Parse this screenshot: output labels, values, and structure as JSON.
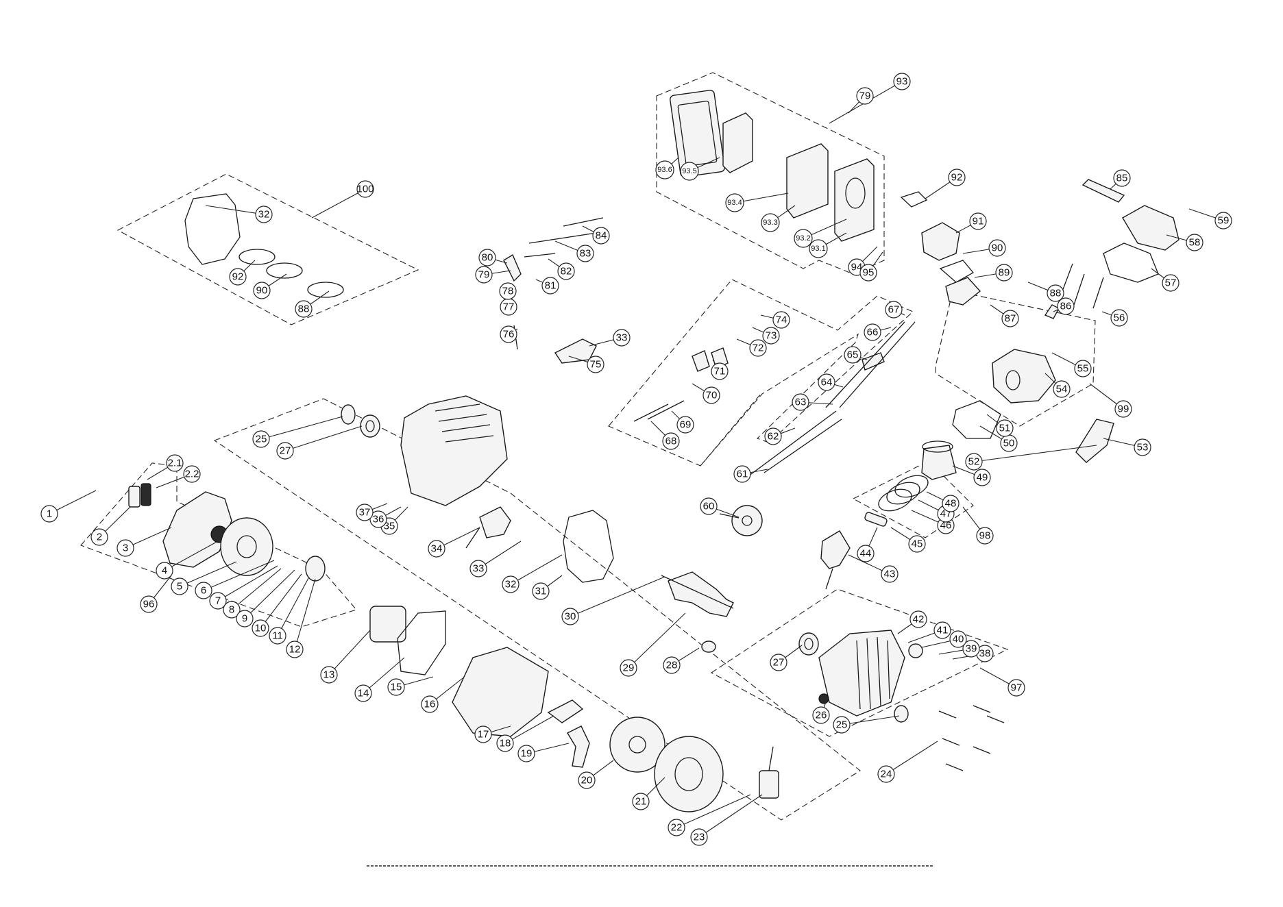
{
  "callouts": [
    {
      "label": "1"
    },
    {
      "label": "2"
    },
    {
      "label": "2.1"
    },
    {
      "label": "2.2"
    },
    {
      "label": "3"
    },
    {
      "label": "4"
    },
    {
      "label": "5"
    },
    {
      "label": "6"
    },
    {
      "label": "7"
    },
    {
      "label": "8"
    },
    {
      "label": "9"
    },
    {
      "label": "10"
    },
    {
      "label": "11"
    },
    {
      "label": "12"
    },
    {
      "label": "13"
    },
    {
      "label": "14"
    },
    {
      "label": "15"
    },
    {
      "label": "16"
    },
    {
      "label": "17"
    },
    {
      "label": "18"
    },
    {
      "label": "19"
    },
    {
      "label": "20"
    },
    {
      "label": "21"
    },
    {
      "label": "22"
    },
    {
      "label": "23"
    },
    {
      "label": "24"
    },
    {
      "label": "25"
    },
    {
      "label": "25"
    },
    {
      "label": "26"
    },
    {
      "label": "27"
    },
    {
      "label": "27"
    },
    {
      "label": "28"
    },
    {
      "label": "29"
    },
    {
      "label": "30"
    },
    {
      "label": "31"
    },
    {
      "label": "32"
    },
    {
      "label": "32"
    },
    {
      "label": "33"
    },
    {
      "label": "33"
    },
    {
      "label": "34"
    },
    {
      "label": "35"
    },
    {
      "label": "36"
    },
    {
      "label": "37"
    },
    {
      "label": "38"
    },
    {
      "label": "39"
    },
    {
      "label": "40"
    },
    {
      "label": "41"
    },
    {
      "label": "42"
    },
    {
      "label": "43"
    },
    {
      "label": "44"
    },
    {
      "label": "45"
    },
    {
      "label": "46"
    },
    {
      "label": "47"
    },
    {
      "label": "48"
    },
    {
      "label": "49"
    },
    {
      "label": "50"
    },
    {
      "label": "51"
    },
    {
      "label": "52"
    },
    {
      "label": "53"
    },
    {
      "label": "54"
    },
    {
      "label": "55"
    },
    {
      "label": "56"
    },
    {
      "label": "57"
    },
    {
      "label": "58"
    },
    {
      "label": "59"
    },
    {
      "label": "60"
    },
    {
      "label": "61"
    },
    {
      "label": "62"
    },
    {
      "label": "63"
    },
    {
      "label": "64"
    },
    {
      "label": "65"
    },
    {
      "label": "66"
    },
    {
      "label": "67"
    },
    {
      "label": "68"
    },
    {
      "label": "69"
    },
    {
      "label": "70"
    },
    {
      "label": "71"
    },
    {
      "label": "72"
    },
    {
      "label": "73"
    },
    {
      "label": "74"
    },
    {
      "label": "75"
    },
    {
      "label": "76"
    },
    {
      "label": "77"
    },
    {
      "label": "78"
    },
    {
      "label": "79"
    },
    {
      "label": "79"
    },
    {
      "label": "80"
    },
    {
      "label": "81"
    },
    {
      "label": "82"
    },
    {
      "label": "83"
    },
    {
      "label": "84"
    },
    {
      "label": "85"
    },
    {
      "label": "86"
    },
    {
      "label": "87"
    },
    {
      "label": "88"
    },
    {
      "label": "88"
    },
    {
      "label": "89"
    },
    {
      "label": "90"
    },
    {
      "label": "90"
    },
    {
      "label": "91"
    },
    {
      "label": "92"
    },
    {
      "label": "92"
    },
    {
      "label": "93"
    },
    {
      "label": "93.1"
    },
    {
      "label": "93.2"
    },
    {
      "label": "93.3"
    },
    {
      "label": "93.4"
    },
    {
      "label": "93.5"
    },
    {
      "label": "93.6"
    },
    {
      "label": "94"
    },
    {
      "label": "95"
    },
    {
      "label": "96"
    },
    {
      "label": "97"
    },
    {
      "label": "98"
    },
    {
      "label": "99"
    },
    {
      "label": "100"
    }
  ]
}
